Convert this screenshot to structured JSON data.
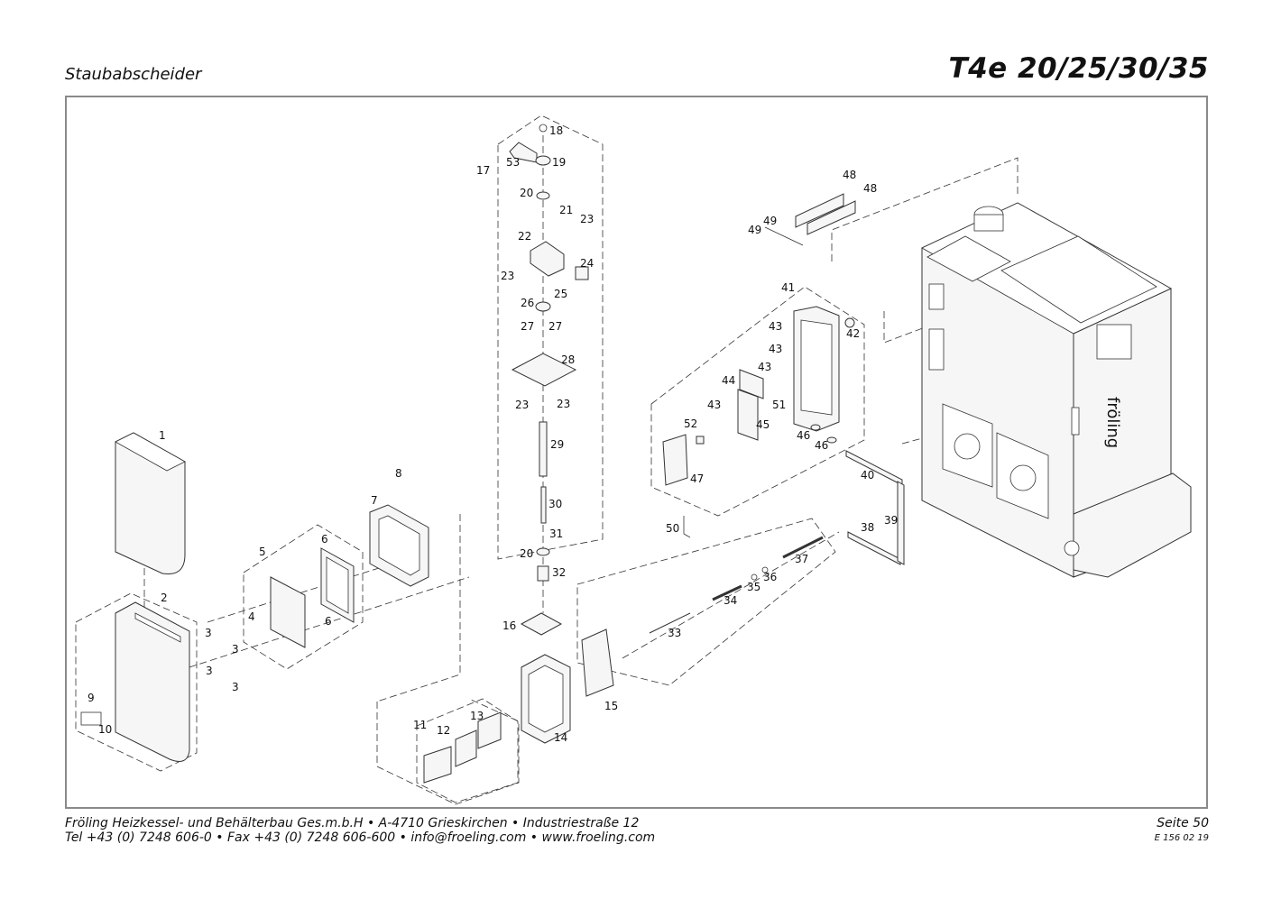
{
  "header": {
    "section_title": "Staubabscheider",
    "model_title": "T4e 20/25/30/35"
  },
  "footer": {
    "company_line": "Fröling Heizkessel- und Behälterbau Ges.m.b.H   •  A-4710 Grieskirchen   •  Industriestraße 12",
    "contact_line": "Tel +43 (0) 7248 606-0   •  Fax +43 (0) 7248 606-600  •  info@froeling.com   •  www.froeling.com",
    "page_label": "Seite 50",
    "doc_code": "E 156 02 19"
  },
  "diagram": {
    "brand_mark": "fröling",
    "callouts": [
      {
        "id": "c18",
        "label": "18"
      },
      {
        "id": "c17",
        "label": "17"
      },
      {
        "id": "c53",
        "label": "53"
      },
      {
        "id": "c19",
        "label": "19"
      },
      {
        "id": "c20a",
        "label": "20"
      },
      {
        "id": "c21",
        "label": "21"
      },
      {
        "id": "c23a",
        "label": "23"
      },
      {
        "id": "c22",
        "label": "22"
      },
      {
        "id": "c24",
        "label": "24"
      },
      {
        "id": "c23b",
        "label": "23"
      },
      {
        "id": "c25",
        "label": "25"
      },
      {
        "id": "c26",
        "label": "26"
      },
      {
        "id": "c27a",
        "label": "27"
      },
      {
        "id": "c27b",
        "label": "27"
      },
      {
        "id": "c28",
        "label": "28"
      },
      {
        "id": "c23c",
        "label": "23"
      },
      {
        "id": "c23d",
        "label": "23"
      },
      {
        "id": "c29",
        "label": "29"
      },
      {
        "id": "c30",
        "label": "30"
      },
      {
        "id": "c31",
        "label": "31"
      },
      {
        "id": "c20b",
        "label": "20"
      },
      {
        "id": "c32",
        "label": "32"
      },
      {
        "id": "c16",
        "label": "16"
      },
      {
        "id": "c15",
        "label": "15"
      },
      {
        "id": "c14",
        "label": "14"
      },
      {
        "id": "c11",
        "label": "11"
      },
      {
        "id": "c12",
        "label": "12"
      },
      {
        "id": "c13",
        "label": "13"
      },
      {
        "id": "c1",
        "label": "1"
      },
      {
        "id": "c2",
        "label": "2"
      },
      {
        "id": "c3a",
        "label": "3"
      },
      {
        "id": "c3b",
        "label": "3"
      },
      {
        "id": "c3c",
        "label": "3"
      },
      {
        "id": "c3d",
        "label": "3"
      },
      {
        "id": "c4",
        "label": "4"
      },
      {
        "id": "c5",
        "label": "5"
      },
      {
        "id": "c6a",
        "label": "6"
      },
      {
        "id": "c6b",
        "label": "6"
      },
      {
        "id": "c7",
        "label": "7"
      },
      {
        "id": "c8",
        "label": "8"
      },
      {
        "id": "c9",
        "label": "9"
      },
      {
        "id": "c10",
        "label": "10"
      },
      {
        "id": "c48a",
        "label": "48"
      },
      {
        "id": "c48b",
        "label": "48"
      },
      {
        "id": "c49a",
        "label": "49"
      },
      {
        "id": "c49b",
        "label": "49"
      },
      {
        "id": "c41",
        "label": "41"
      },
      {
        "id": "c42",
        "label": "42"
      },
      {
        "id": "c43a",
        "label": "43"
      },
      {
        "id": "c43b",
        "label": "43"
      },
      {
        "id": "c43c",
        "label": "43"
      },
      {
        "id": "c43d",
        "label": "43"
      },
      {
        "id": "c44",
        "label": "44"
      },
      {
        "id": "c51",
        "label": "51"
      },
      {
        "id": "c45",
        "label": "45"
      },
      {
        "id": "c52",
        "label": "52"
      },
      {
        "id": "c46a",
        "label": "46"
      },
      {
        "id": "c46b",
        "label": "46"
      },
      {
        "id": "c47",
        "label": "47"
      },
      {
        "id": "c50",
        "label": "50"
      },
      {
        "id": "c40",
        "label": "40"
      },
      {
        "id": "c38",
        "label": "38"
      },
      {
        "id": "c39",
        "label": "39"
      },
      {
        "id": "c37",
        "label": "37"
      },
      {
        "id": "c36",
        "label": "36"
      },
      {
        "id": "c35",
        "label": "35"
      },
      {
        "id": "c34",
        "label": "34"
      },
      {
        "id": "c33",
        "label": "33"
      }
    ]
  }
}
